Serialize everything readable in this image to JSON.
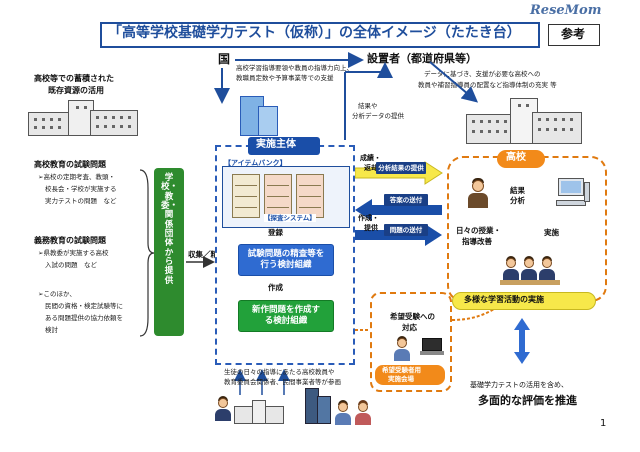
{
  "header": {
    "title": "「高等学校基礎学力テスト（仮称）」の全体イメージ（たたき台）",
    "ref_label": "参考",
    "logo": "ReseMom"
  },
  "left": {
    "heading_line1": "高校等での蓄積された",
    "heading_line2": "既存資源の活用",
    "section1_title": "高校教育の試験問題",
    "section1_lines": [
      "➢高校の定期考査、教頭・",
      "校長会・学校が実施する",
      "実力テストの問題　など"
    ],
    "section2_title": "義務教育の試験問題",
    "section2_lines": [
      "➢県教委が実施する高校",
      "入試の問題　など"
    ],
    "section3_lines": [
      "➢このほか、",
      "民間の資格・検定試験等に",
      "ある問題提供の協力依頼を",
      "検討"
    ],
    "green_bar": "学校・教委・関係団体から提供"
  },
  "center": {
    "kuni": "国",
    "kuni_note_line1": "高校学習指導要領や教員の指導力向上、",
    "kuni_note_line2": "教職員定数や予算事業等での支援",
    "impl_head": "実施主体",
    "bank_label": "【アイテムバンク】",
    "system_label": "【探査システム】",
    "touroku": "登録",
    "collect": "収集／精査",
    "review_box_line1": "試験問題の精査等を",
    "review_box_line2": "行う検討組織",
    "sakusei": "作成",
    "create_box_line1": "新作問題を作成す",
    "create_box_line2": "る検討組織",
    "bottom_note_line1": "生徒の日々の指導にあたる高校教員や",
    "bottom_note_line2": "教育委員会関係者、民間事業者等が参画"
  },
  "right": {
    "setchisha": "設置者（都道府県等）",
    "setchisha_note_line1": "データに基づき、支援が必要な高校への",
    "setchisha_note_line2": "教員や補習指導員の配置など指導体制の充実 等",
    "results_note_line1": "結果や",
    "results_note_line2": "分析データの提供",
    "seiseki": "成績・",
    "hensou": "返却",
    "sakusei_teikyo": "作成・",
    "teikyo": "提供",
    "btn_analysis": "分析結果の提供",
    "btn_answer": "答案の送付",
    "btn_question": "問題の送付",
    "school_head": "高校",
    "result_line1": "結果",
    "result_line2": "分析",
    "daily_line1": "日々の授業・",
    "daily_line2": "指導改善",
    "jisshi": "実施",
    "diverse": "多様な学習活動の実施",
    "examinee_line1": "希望受験への",
    "examinee_line2": "対応",
    "examinee_pill_line1": "希望受験者用",
    "examinee_pill_line2": "実施会場",
    "bottom_note": "基礎学力テストの活用を含め、",
    "bottom_big": "多面的な評価を推進",
    "page_num": "1"
  },
  "colors": {
    "title_blue": "#1f4e9c",
    "impl_blue": "#1a4ea8",
    "green": "#2e8b2e",
    "orange": "#f28a1a",
    "yellow": "#f7e84a"
  }
}
